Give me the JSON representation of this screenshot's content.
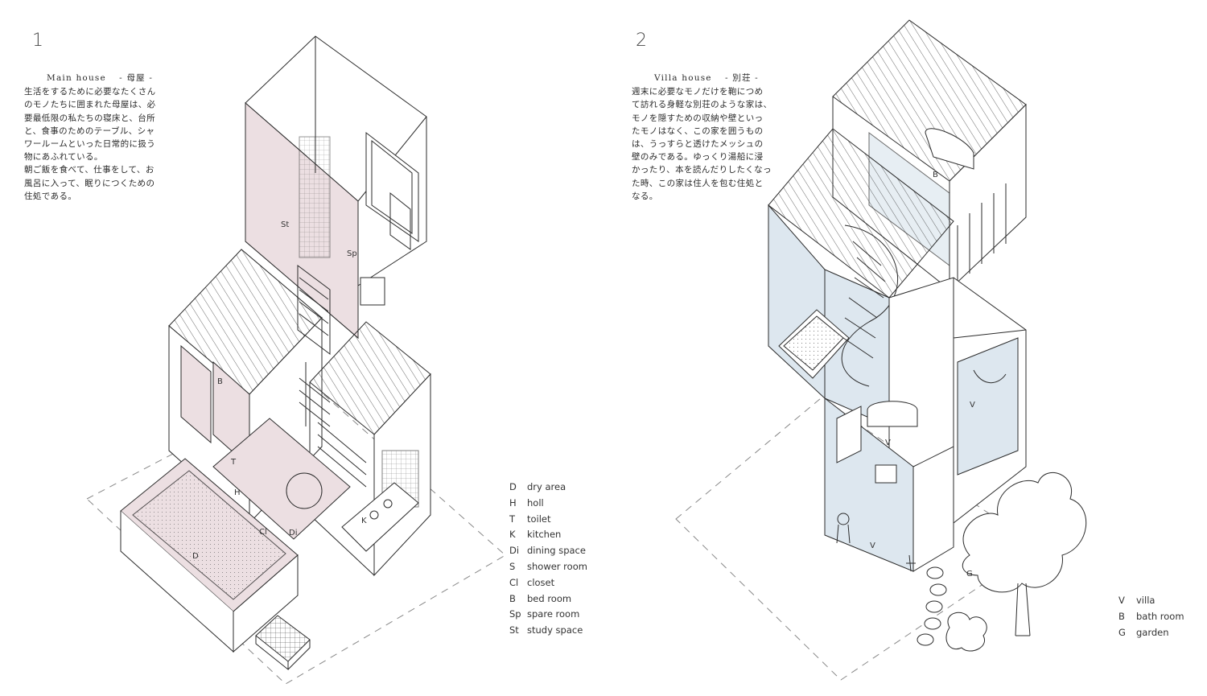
{
  "panels": [
    {
      "number": "1",
      "title": "Main house　 - 母屋 -",
      "description": [
        "生活をするために必要なたくさん",
        "のモノたちに囲まれた母屋は、必",
        "要最低限の私たちの寝床と、台所",
        "と、食事のためのテーブル、シャ",
        "ワールームといった日常的に扱う",
        "物にあふれている。",
        "朝ご飯を食べて、仕事をして、お",
        "風呂に入って、眠りにつくための",
        "住処である。"
      ],
      "legend": [
        {
          "code": "D",
          "label": "dry area"
        },
        {
          "code": "H",
          "label": "holl"
        },
        {
          "code": "T",
          "label": "toilet"
        },
        {
          "code": "K",
          "label": "kitchen"
        },
        {
          "code": "Di",
          "label": "dining space"
        },
        {
          "code": "S",
          "label": "shower room"
        },
        {
          "code": "Cl",
          "label": "closet"
        },
        {
          "code": "B",
          "label": "bed room"
        },
        {
          "code": "Sp",
          "label": "spare room"
        },
        {
          "code": "St",
          "label": "study space"
        }
      ],
      "room_labels": [
        "St",
        "Sp",
        "B",
        "T",
        "H",
        "Cl",
        "Di",
        "K",
        "D"
      ],
      "fill_color": "#ecdfe2"
    },
    {
      "number": "2",
      "title": "Villa house　 - 別荘 -",
      "description": [
        "週末に必要なモノだけを鞄につめ",
        "て訪れる身軽な別荘のような家は、",
        "モノを隠すための収納や壁といっ",
        "たモノはなく、この家を囲うもの",
        "は、うっすらと透けたメッシュの",
        "壁のみである。ゆっくり湯船に浸",
        "かったり、本を読んだりしたくなっ",
        "た時、この家は住人を包む住処と",
        "なる。"
      ],
      "legend": [
        {
          "code": "V",
          "label": "villa"
        },
        {
          "code": "B",
          "label": "bath room"
        },
        {
          "code": "G",
          "label": "garden"
        }
      ],
      "room_labels": [
        "B",
        "V",
        "V",
        "V",
        "G"
      ],
      "fill_color": "#dde7ef"
    }
  ],
  "colors": {
    "line": "#2b2b2b",
    "dashed": "#888888"
  }
}
